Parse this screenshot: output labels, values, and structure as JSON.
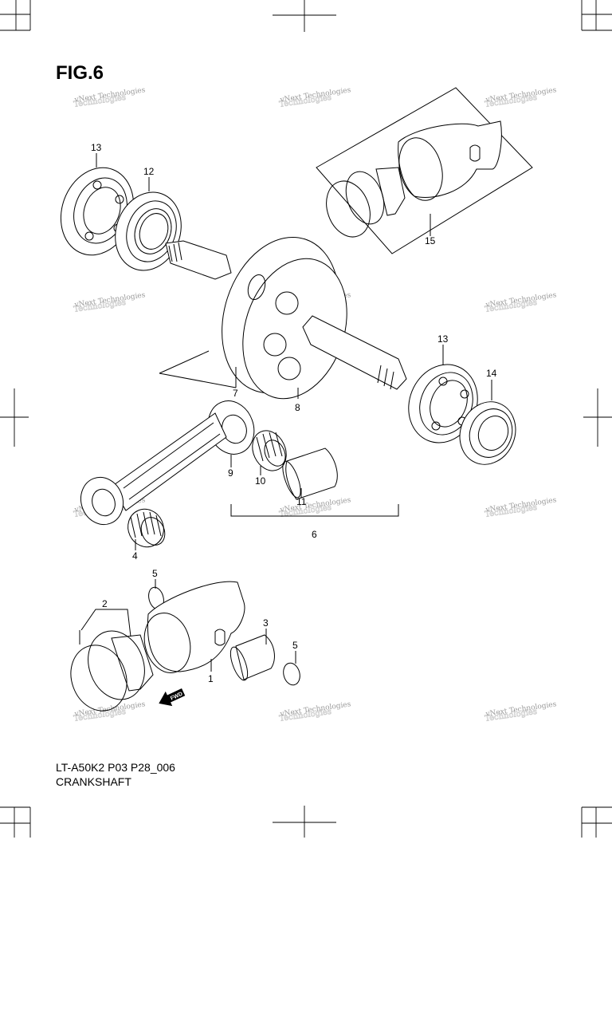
{
  "figure": {
    "title": "FIG.6"
  },
  "caption": {
    "code": "LT-A50K2 P03 P28_006",
    "name": "CRANKSHAFT"
  },
  "watermark": {
    "text": "vNext Technologies"
  },
  "fwd_label": "FWD",
  "callouts": [
    "13",
    "12",
    "15",
    "7",
    "8",
    "13",
    "14",
    "9",
    "10",
    "11",
    "6",
    "4",
    "5",
    "2",
    "3",
    "5",
    "1"
  ]
}
